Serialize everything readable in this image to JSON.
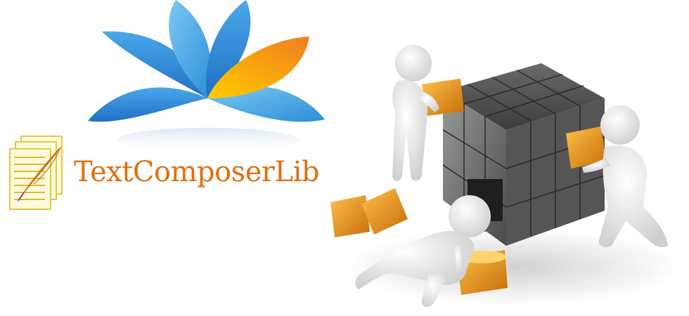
{
  "brand": {
    "name": "TextComposerLib",
    "text_color": "#e0700f"
  },
  "colors": {
    "petal_blue": "#2a8fdc",
    "petal_light_blue": "#5cb8ec",
    "petal_orange": "#f39a1e",
    "cube_gray": "#5a5a5a",
    "box_orange": "#e58a12",
    "figure_white": "#f2f2f2"
  },
  "icons": {
    "logo": "lotus-logo",
    "document": "document-quill-icon",
    "illustration": "figures-assembling-cube"
  }
}
